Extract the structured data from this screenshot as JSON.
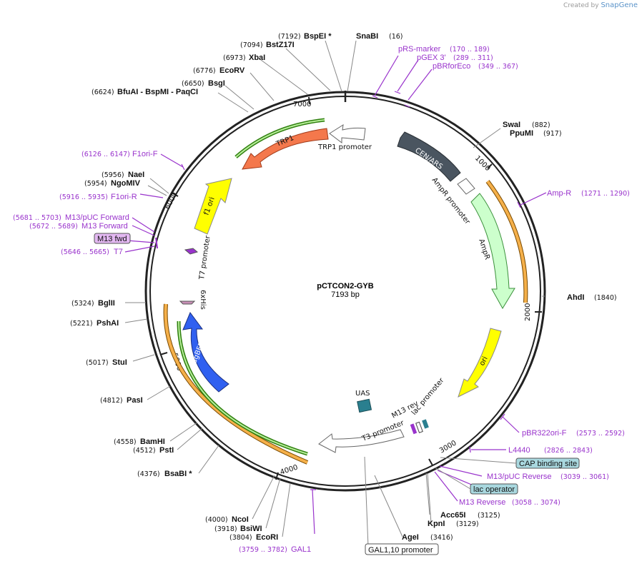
{
  "credit": {
    "prefix": "Created by",
    "brand": "SnapGene"
  },
  "plasmid": {
    "name": "pCTCON2-GYB",
    "size_label": "7193 bp"
  },
  "ticks": [
    "7000",
    "1000",
    "2000",
    "3000",
    "4000",
    "5000",
    "6000"
  ],
  "enzymes": [
    {
      "id": "bspei",
      "pos": "(7192)",
      "name": "BspEI *"
    },
    {
      "id": "snabi",
      "pos": "(16)",
      "name": "SnaBI"
    },
    {
      "id": "bstz17i",
      "pos": "(7094)",
      "name": "BstZ17I"
    },
    {
      "id": "xbai",
      "pos": "(6973)",
      "name": "XbaI"
    },
    {
      "id": "ecorv",
      "pos": "(6776)",
      "name": "EcoRV"
    },
    {
      "id": "bsgi",
      "pos": "(6650)",
      "name": "BsgI"
    },
    {
      "id": "bfuai",
      "pos": "(6624)",
      "name": "BfuAI  - BspMI  - PaqCI"
    },
    {
      "id": "swai",
      "pos": "(882)",
      "name": "SwaI"
    },
    {
      "id": "ppumi",
      "pos": "(917)",
      "name": "PpuMI"
    },
    {
      "id": "ahdi",
      "pos": "(1840)",
      "name": "AhdI"
    },
    {
      "id": "naei",
      "pos": "(5956)",
      "name": "NaeI"
    },
    {
      "id": "ngomiv",
      "pos": "(5954)",
      "name": "NgoMIV"
    },
    {
      "id": "bglii",
      "pos": "(5324)",
      "name": "BglII"
    },
    {
      "id": "pshai",
      "pos": "(5221)",
      "name": "PshAI"
    },
    {
      "id": "stui",
      "pos": "(5017)",
      "name": "StuI"
    },
    {
      "id": "pasi",
      "pos": "(4812)",
      "name": "PasI"
    },
    {
      "id": "bamhi",
      "pos": "(4558)",
      "name": "BamHI"
    },
    {
      "id": "psti",
      "pos": "(4512)",
      "name": "PstI"
    },
    {
      "id": "bsabi",
      "pos": "(4376)",
      "name": "BsaBI *"
    },
    {
      "id": "ncoi",
      "pos": "(4000)",
      "name": "NcoI"
    },
    {
      "id": "bsiwi",
      "pos": "(3918)",
      "name": "BsiWI"
    },
    {
      "id": "ecori",
      "pos": "(3804)",
      "name": "EcoRI"
    },
    {
      "id": "acc65i",
      "pos": "(3125)",
      "name": "Acc65I"
    },
    {
      "id": "kpni",
      "pos": "(3129)",
      "name": "KpnI"
    },
    {
      "id": "agei",
      "pos": "(3416)",
      "name": "AgeI"
    }
  ],
  "primers": [
    {
      "id": "prs",
      "name": "pRS-marker",
      "pos": "(170 .. 189)"
    },
    {
      "id": "pgex",
      "name": "pGEX 3'",
      "pos": "(289 .. 311)"
    },
    {
      "id": "pbrfor",
      "name": "pBRforEco",
      "pos": "(349 .. 367)"
    },
    {
      "id": "ampr",
      "name": "Amp-R",
      "pos": "(1271 .. 1290)"
    },
    {
      "id": "f1orif",
      "name": "F1ori-F",
      "pos": "(6126 .. 6147)"
    },
    {
      "id": "f1orir",
      "name": "F1ori-R",
      "pos": "(5916 .. 5935)"
    },
    {
      "id": "m13puc",
      "name": "M13/pUC Forward",
      "pos": "(5681 .. 5703)"
    },
    {
      "id": "m13f",
      "name": "M13 Forward",
      "pos": "(5672 .. 5689)"
    },
    {
      "id": "t7",
      "name": "T7",
      "pos": "(5646 .. 5665)"
    },
    {
      "id": "pbr322",
      "name": "pBR322ori-F",
      "pos": "(2573 .. 2592)"
    },
    {
      "id": "l4440",
      "name": "L4440",
      "pos": "(2826 .. 2843)"
    },
    {
      "id": "m13pucrev",
      "name": "M13/pUC Reverse",
      "pos": "(3039 .. 3061)"
    },
    {
      "id": "m13rev",
      "name": "M13 Reverse",
      "pos": "(3058 .. 3074)"
    },
    {
      "id": "gal1",
      "name": "GAL1",
      "pos": "(3759 .. 3782)"
    }
  ],
  "boxed_labels": {
    "m13fwd": "M13 fwd",
    "cap": "CAP binding site",
    "lacop": "lac operator",
    "gal": "GAL1,10 promoter"
  },
  "features": {
    "cen": "CEN/ARS",
    "ampr_prom": "AmpR promoter",
    "ampr": "AmpR",
    "ori": "ori",
    "trp1": "TRP1",
    "trp1_prom": "TRP1 promoter",
    "f1ori": "f1 ori",
    "t7prom": "T7 promoter",
    "his": "6xHis",
    "tagbfp": "TagBFP",
    "uas": "UAS",
    "m13rev": "M13 rev",
    "lacprom": "lac promoter",
    "t3prom": "T3 promoter"
  },
  "colors": {
    "backbone": "#222222",
    "enzyme_text": "#111111",
    "primer": "#9933cc",
    "cen": "#4a5560",
    "ampr": "#ccffcc",
    "ori": "#ffff00",
    "trp1": "#f4784c",
    "f1ori": "#ffff00",
    "tagbfp": "#3060f0",
    "orange_band": "#f5a623",
    "green_band": "#5bbf21",
    "uas": "#2a7f8f"
  }
}
